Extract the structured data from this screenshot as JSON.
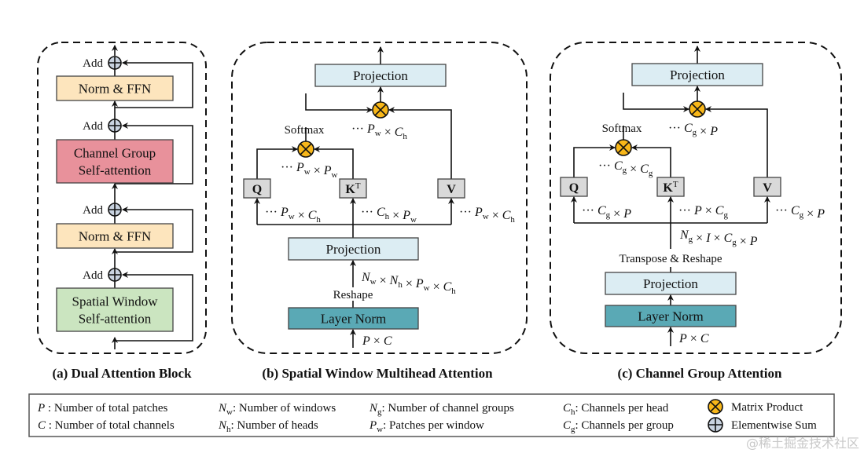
{
  "panels": {
    "a": {
      "caption": "(a) Dual Attention Block",
      "add_label": "Add",
      "blocks": [
        {
          "label_lines": [
            "Norm & FFN"
          ],
          "color": "#fde5bd"
        },
        {
          "label_lines": [
            "Channel Group",
            "Self-attention"
          ],
          "color": "#e8919b"
        },
        {
          "label_lines": [
            "Norm & FFN"
          ],
          "color": "#fde5bd"
        },
        {
          "label_lines": [
            "Spatial Window",
            "Self-attention"
          ],
          "color": "#cbe5c0"
        }
      ]
    },
    "b": {
      "caption": "(b) Spatial Window Multihead Attention",
      "top_projection": "Projection",
      "softmax": "Softmax",
      "q": "Q",
      "k": "K",
      "k_sup": "T",
      "v": "V",
      "projection": "Projection",
      "reshape": "Reshape",
      "layer_norm": "Layer Norm",
      "dims": {
        "out": [
          [
            "P",
            "w"
          ],
          [
            "C",
            "h"
          ]
        ],
        "attn": [
          [
            "P",
            "w"
          ],
          [
            "P",
            "w"
          ]
        ],
        "q": [
          [
            "P",
            "w"
          ],
          [
            "C",
            "h"
          ]
        ],
        "k": [
          [
            "C",
            "h"
          ],
          [
            "P",
            "w"
          ]
        ],
        "v": [
          [
            "P",
            "w"
          ],
          [
            "C",
            "h"
          ]
        ],
        "reshape": [
          [
            "N",
            "w"
          ],
          [
            "N",
            "h"
          ],
          [
            "P",
            "w"
          ],
          [
            "C",
            "h"
          ]
        ],
        "input": [
          [
            "P",
            ""
          ],
          [
            "C",
            ""
          ]
        ]
      }
    },
    "c": {
      "caption": "(c) Channel Group Attention",
      "top_projection": "Projection",
      "softmax": "Softmax",
      "q": "Q",
      "k": "K",
      "k_sup": "T",
      "v": "V",
      "projection": "Projection",
      "reshape": "Transpose & Reshape",
      "layer_norm": "Layer Norm",
      "dims": {
        "out": [
          [
            "C",
            "g"
          ],
          [
            "P",
            ""
          ]
        ],
        "attn": [
          [
            "C",
            "g"
          ],
          [
            "C",
            "g"
          ]
        ],
        "q": [
          [
            "C",
            "g"
          ],
          [
            "P",
            ""
          ]
        ],
        "k": [
          [
            "P",
            ""
          ],
          [
            "C",
            "g"
          ]
        ],
        "v": [
          [
            "C",
            "g"
          ],
          [
            "P",
            ""
          ]
        ],
        "reshape": [
          [
            "N",
            "g"
          ],
          [
            "I",
            ""
          ],
          [
            "C",
            "g"
          ],
          [
            "P",
            ""
          ]
        ],
        "input": [
          [
            "P",
            ""
          ],
          [
            "C",
            ""
          ]
        ]
      }
    }
  },
  "legend": {
    "items": [
      {
        "sym": "P",
        "sub": "",
        "text": " : Number of total patches"
      },
      {
        "sym": "C",
        "sub": "",
        "text": " : Number of  total channels"
      },
      {
        "sym": "N",
        "sub": "w",
        "text": ": Number of windows"
      },
      {
        "sym": "N",
        "sub": "h",
        "text": ": Number of heads"
      },
      {
        "sym": "N",
        "sub": "g",
        "text": ": Number of channel groups"
      },
      {
        "sym": "P",
        "sub": "w",
        "text": ": Patches per window"
      },
      {
        "sym": "C",
        "sub": "h",
        "text": ": Channels per head"
      },
      {
        "sym": "C",
        "sub": "g",
        "text": ": Channels per group"
      }
    ],
    "matrix_product": "Matrix Product",
    "elementwise_sum": "Elementwise Sum"
  },
  "colors": {
    "projection": "#dcedf3",
    "layer_norm": "#5aa9b5",
    "qkv": "#d9d9d9",
    "matrix_product": "#f8b719",
    "elementwise_sum": "#c9d3e0"
  },
  "watermark": "@稀土掘金技术社区"
}
